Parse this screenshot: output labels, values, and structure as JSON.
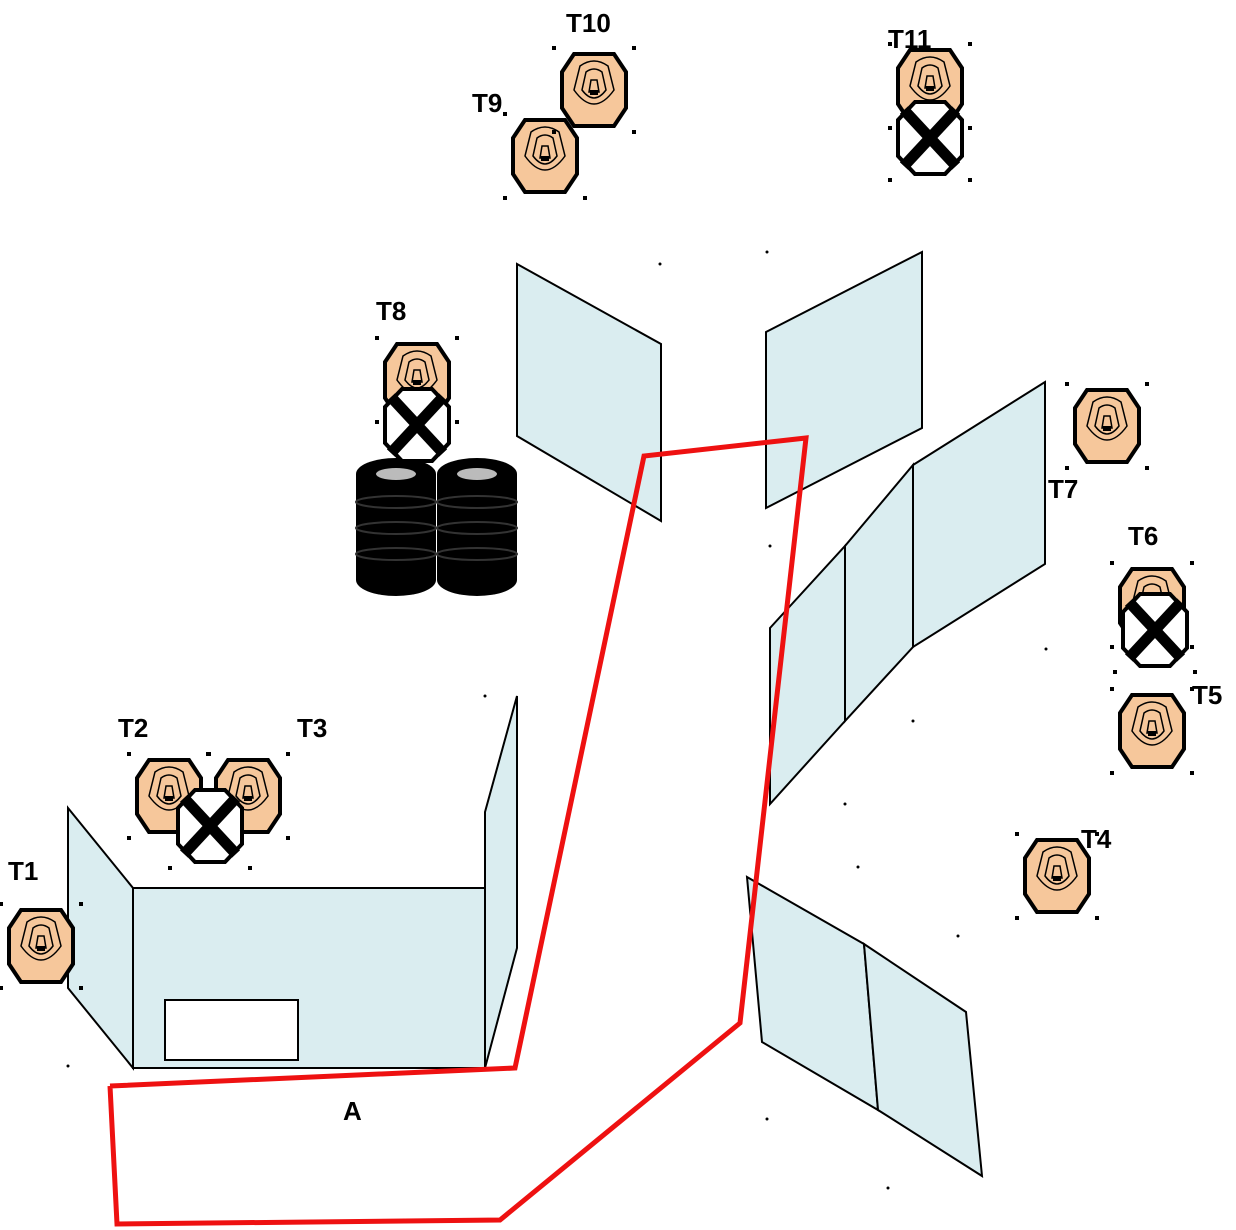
{
  "diagram": {
    "colors": {
      "wall_fill": "#daedf0",
      "wall_stroke": "#000000",
      "route": "#ee1111",
      "target_face": "#f6c79b",
      "no_shoot_fill": "#ffffff",
      "barrel": "#000000"
    },
    "targets": [
      {
        "label": "T1",
        "kind": "shoot-target"
      },
      {
        "label": "T2",
        "kind": "shoot-target"
      },
      {
        "label": "T3",
        "kind": "shoot-target"
      },
      {
        "label": "T4",
        "kind": "shoot-target"
      },
      {
        "label": "T5",
        "kind": "shoot-target"
      },
      {
        "label": "T6",
        "kind": "shoot-target"
      },
      {
        "label": "T7",
        "kind": "shoot-target"
      },
      {
        "label": "T8",
        "kind": "shoot-target"
      },
      {
        "label": "T9",
        "kind": "shoot-target"
      },
      {
        "label": "T10",
        "kind": "shoot-target"
      },
      {
        "label": "T11",
        "kind": "shoot-target"
      }
    ],
    "no_shoots": [
      {
        "near": "T2/T3",
        "icon": "no-shoot-x-icon"
      },
      {
        "near": "T6",
        "icon": "no-shoot-x-icon"
      },
      {
        "near": "T8",
        "icon": "no-shoot-x-icon"
      },
      {
        "near": "T11",
        "icon": "no-shoot-x-icon"
      }
    ],
    "start_area_label": "A",
    "barrels": {
      "icon": "barrel-stack-icon",
      "stacks": 2
    }
  }
}
